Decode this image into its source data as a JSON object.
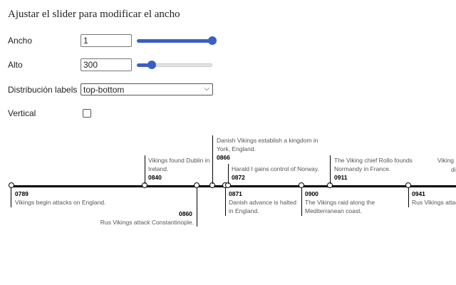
{
  "header": {
    "title": "Ajustar el slider para modificar el ancho"
  },
  "controls": {
    "width": {
      "label": "Ancho",
      "value": "1",
      "slider_fraction": 1.0
    },
    "height": {
      "label": "Alto",
      "value": "300",
      "slider_fraction": 0.2
    },
    "labels": {
      "label": "Distribución labels",
      "selected": "top-bottom"
    },
    "vertical": {
      "label": "Vertical",
      "checked": false
    }
  },
  "timeline": {
    "events": [
      {
        "year": "0789",
        "desc": "Vikings begin attacks on England."
      },
      {
        "year": "0840",
        "desc": "Vikings found Dublin in Ireland."
      },
      {
        "year": "0860",
        "desc": "Rus Vikings attack Constantinople."
      },
      {
        "year": "0866",
        "desc": "Danish Vikings establish a kingdom in York, England."
      },
      {
        "year": "0871",
        "desc": "Danish advance is halted in England."
      },
      {
        "year": "0872",
        "desc": "Harald I gains control of Norway."
      },
      {
        "year": "0900",
        "desc": "The Vikings raid along the Mediterranean coast."
      },
      {
        "year": "0911",
        "desc": "The Viking chief Rollo founds Normandy in France."
      },
      {
        "year": "0941",
        "desc": "Rus Vikings attack"
      },
      {
        "partial_top": "Viking",
        "partial_top_2": "di"
      }
    ]
  }
}
